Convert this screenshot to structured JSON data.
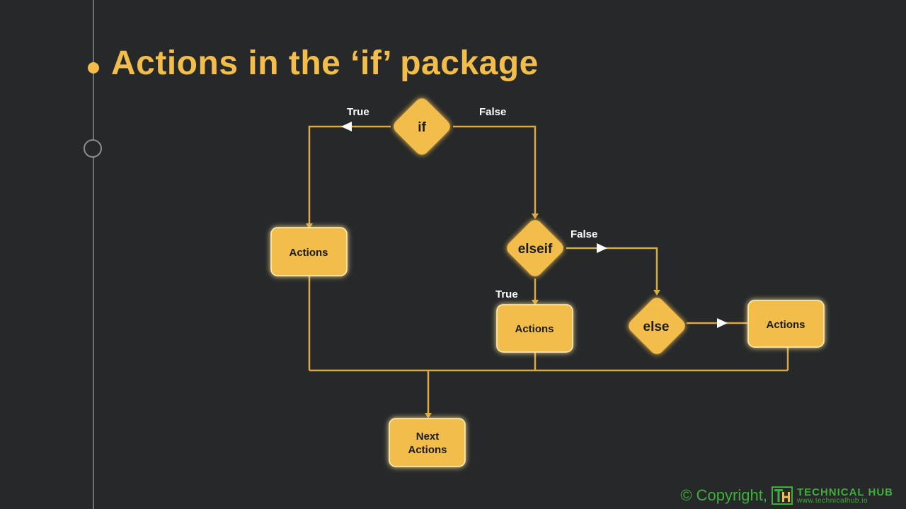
{
  "slide": {
    "title": "Actions in the ‘if’ package"
  },
  "colors": {
    "background": "#262829",
    "accent": "#f2bd4b",
    "connector": "#d9aa43",
    "label_text": "#ffffff",
    "node_text": "#1b1b1b",
    "brand_green": "#3fae3a"
  },
  "flowchart": {
    "nodes": {
      "if": "if",
      "elseif": "elseif",
      "else": "else",
      "if_actions": "Actions",
      "elseif_actions": "Actions",
      "else_actions": "Actions",
      "next_actions_line1": "Next",
      "next_actions_line2": "Actions"
    },
    "edge_labels": {
      "if_true": "True",
      "if_false": "False",
      "elseif_false": "False",
      "elseif_true": "True"
    }
  },
  "footer": {
    "copyright": "© Copyright,",
    "logo_icon": "th-logo-icon",
    "brand_name": "TECHNICAL HUB",
    "brand_url": "www.technicalhub.io"
  }
}
